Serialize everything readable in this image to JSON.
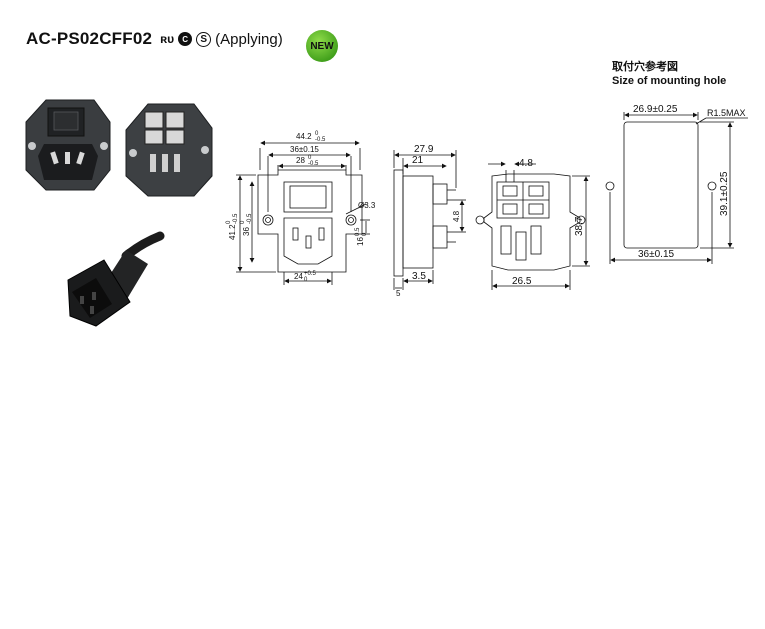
{
  "header": {
    "model": "AC-PS02CFF02",
    "cert_ur": "ʀᴜ",
    "cert_c": "C",
    "cert_s": "S",
    "applying": "(Applying)",
    "badge": "NEW"
  },
  "mounting": {
    "title_cn": "取付穴参考図",
    "title_en": "Size of mounting hole",
    "width_top": "26.9±0.25",
    "radius": "R1.5MAX",
    "height": "39.1±0.25",
    "width_bottom": "36±0.15"
  },
  "front_view": {
    "overall_width": "44.2",
    "overall_width_tol_top": "0",
    "overall_width_tol_bottom": "-0.5",
    "hole_pitch": "36±0.15",
    "body_width": "28",
    "body_width_tol_top": "0",
    "body_width_tol_bottom": "-0.5",
    "hole_dia": "Ø3.3",
    "overall_height": "41.2",
    "overall_height_tol_top": "0",
    "overall_height_tol_bottom": "-0.5",
    "body_height": "36",
    "body_height_tol_top": "0",
    "body_height_tol_bottom": "-0.5",
    "hole_offset": "16",
    "hole_offset_tol_top": "0.5",
    "hole_offset_tol_bottom": "0",
    "bottom_width": "24",
    "bottom_width_tol_top": "+0.5",
    "bottom_width_tol_bottom": "0"
  },
  "side_view": {
    "depth_total": "27.9",
    "depth_body": "21",
    "terminal": "4.8",
    "flange": "3.5",
    "lip": "5"
  },
  "rear_view": {
    "terminal_width": "4.8",
    "height": "38.7",
    "width": "26.5"
  }
}
